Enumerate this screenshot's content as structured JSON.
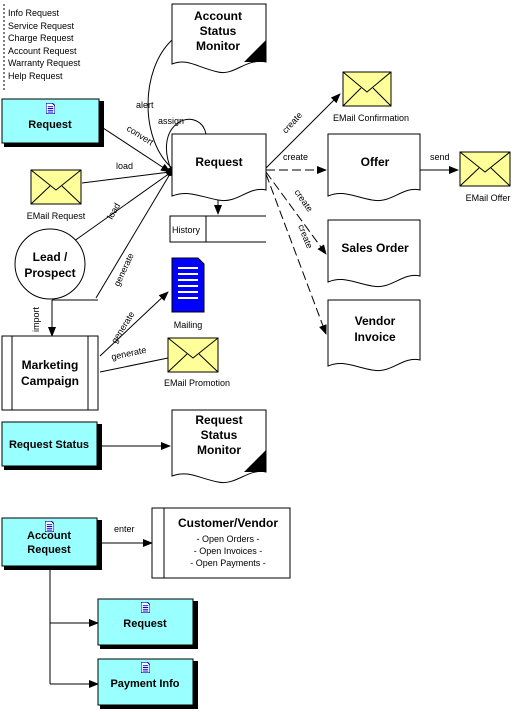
{
  "request_types": [
    "Info Request",
    "Service Request",
    "Charge Request",
    "Account Request",
    "Warranty Request",
    "Help Request"
  ],
  "nodes": {
    "account_status_monitor_top": [
      "Account",
      "Status",
      "Monitor"
    ],
    "request_form": "Request",
    "request_center": "Request",
    "history": "History",
    "email_request": "EMail Request",
    "lead_prospect": [
      "Lead /",
      "Prospect"
    ],
    "marketing_campaign": [
      "Marketing",
      "Campaign"
    ],
    "mailing": "Mailing",
    "email_promotion": "EMail Promotion",
    "email_confirmation": "EMail Confirmation",
    "offer": "Offer",
    "email_offer": "EMail Offer",
    "sales_order": "Sales Order",
    "vendor_invoice": [
      "Vendor",
      "Invoice"
    ],
    "request_status": "Request Status",
    "request_status_monitor": [
      "Request",
      "Status",
      "Monitor"
    ],
    "account_request": [
      "Account",
      "Request"
    ],
    "customer_vendor": {
      "title": "Customer/Vendor",
      "lines": [
        "- Open Orders -",
        "- Open Invoices -",
        "- Open Payments -"
      ]
    },
    "request_sub": "Request",
    "payment_info": "Payment Info"
  },
  "edge_labels": {
    "alert": "alert",
    "assign": "assign",
    "convert": "convert",
    "load_email": "load",
    "load_lead": "load",
    "generate_lead": "generate",
    "import": "import",
    "generate_mailing": "generate",
    "generate_promo": "generate",
    "create_confirmation": "create",
    "create_offer": "create",
    "send": "send",
    "create_sales_order": "create",
    "create_vendor_invoice": "create",
    "enter": "enter"
  },
  "colors": {
    "form_fill": "#99ffff",
    "envelope_fill": "#ffff99",
    "doc_icon": "#0000cc",
    "mailing_fill": "#0000ff",
    "line": "#000000"
  }
}
